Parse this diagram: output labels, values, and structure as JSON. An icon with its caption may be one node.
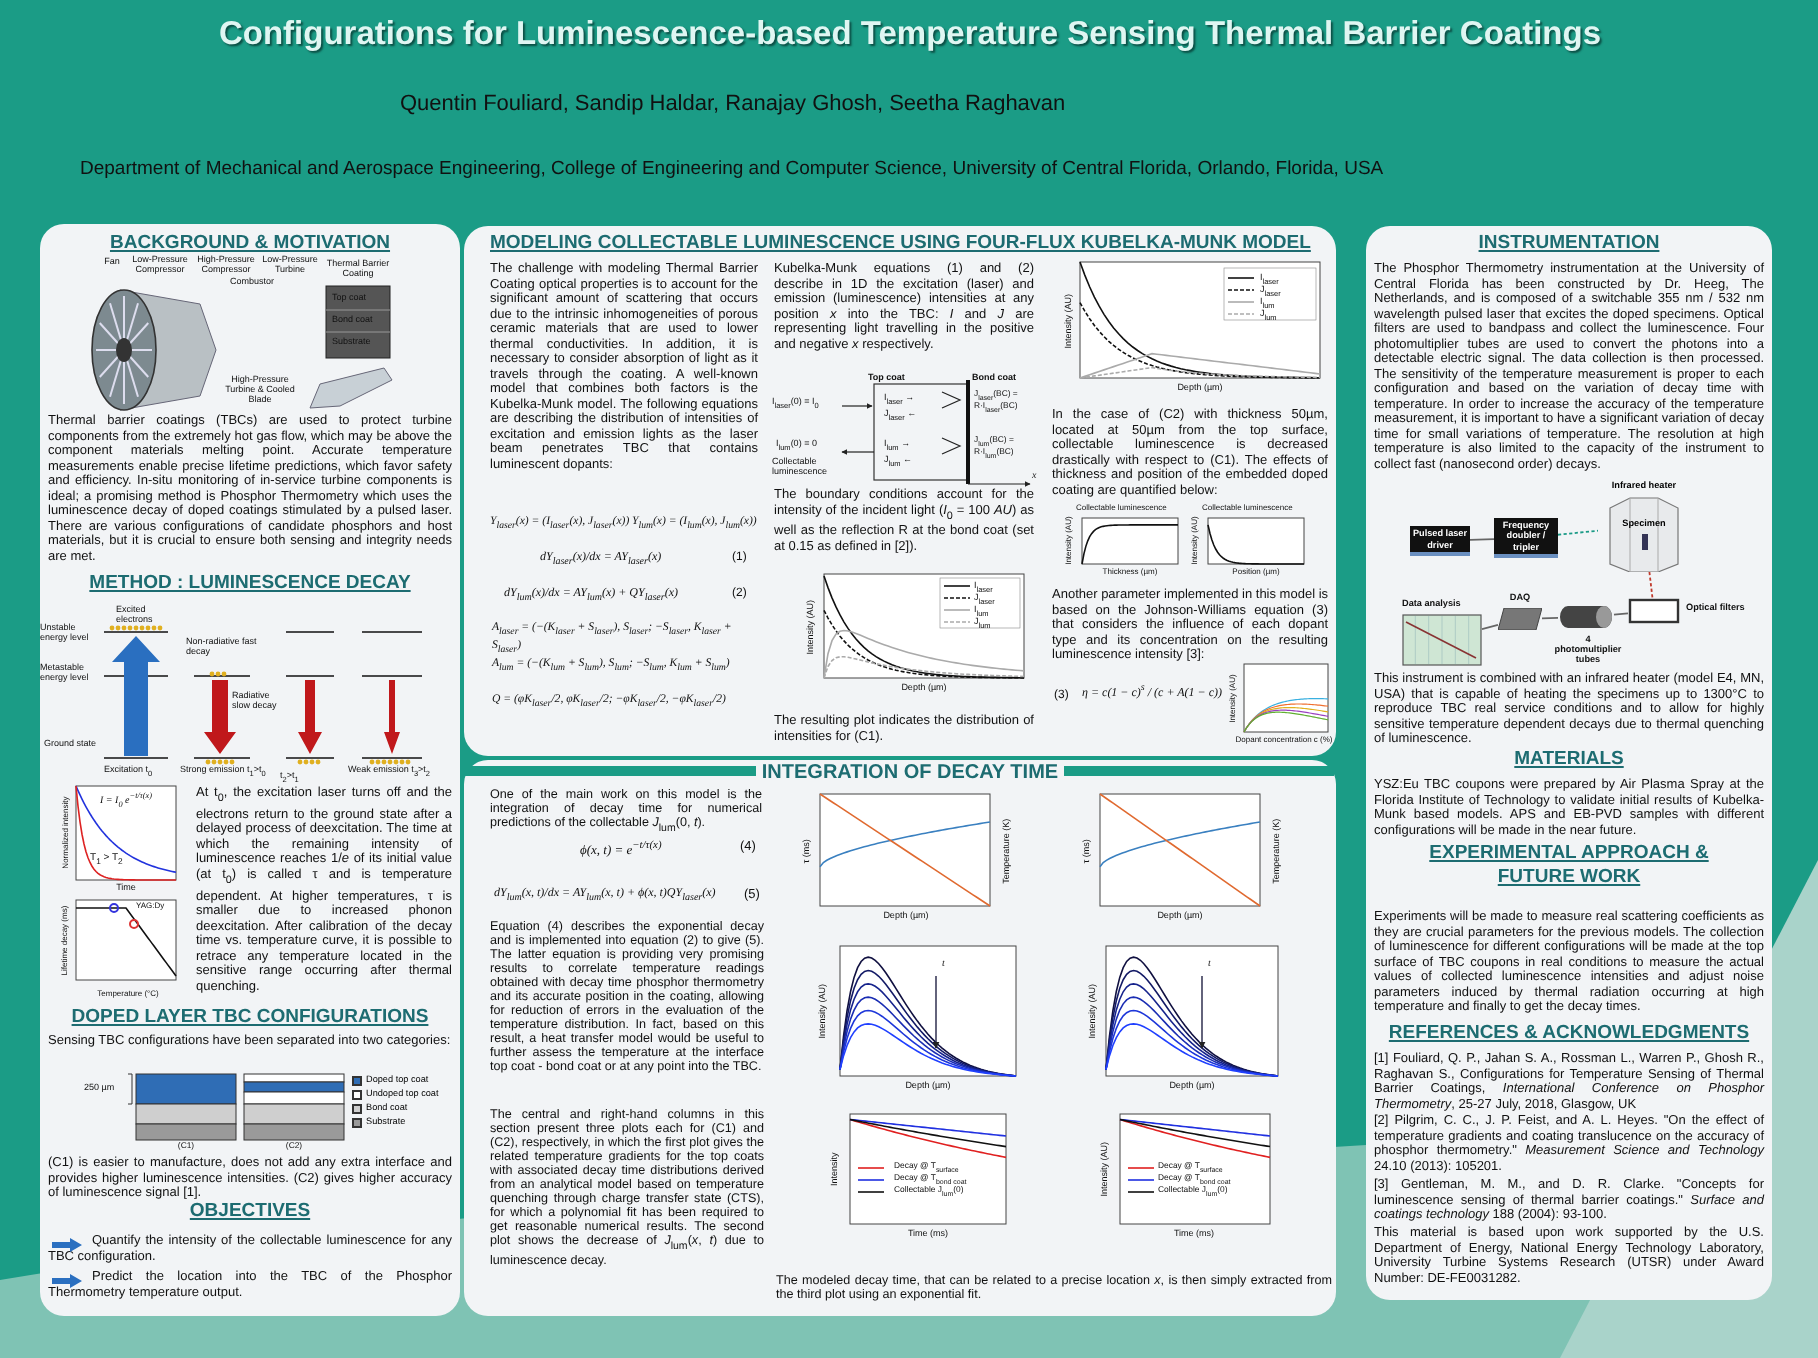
{
  "diagram": {
    "title": "Configurations for Luminescence-based Temperature Sensing Thermal Barrier Coatings",
    "nodes": [
      {
        "text": [
          "BACKGROUND & MOTIVATION",
          "Thermal barrier coatings (TBCs) are used to protect turbine components from the extremely hot gas flow, which may be above the component materials melting point. Accurate temperature measurements enable precise lifetime predictions, which favor safety and efficiency. In-situ monitoring of in-service turbine components is ideal; a promising method is Phosphor Thermometry which uses the luminescence decay of doped coatings stimulated by a pulsed laser. There are various configurations of candidate phosphors and host materials, but it is crucial to ensure both sensing and integrity needs are met.",
          "METHOD : LUMINESCENCE DECAY",
          "At t$_{0}$, the excitation laser turns off and the electrons return to the ground state after a delayed process of deexcitation. The time at which the remaining intensity of luminescence reaches 1/*e* of its initial value (at t$_{0}$) is called τ and is temperature dependent. At higher temperatures, τ is smaller due to increased phonon deexcitation. After calibration of the decay time vs. temperature curve, it is possible to retrace any temperature located in the sensitive range occurring after thermal quenching.",
          "DOPED LAYER TBC CONFIGURATIONS",
          "Sensing TBC configurations have been separated into two categories:",
          "(C1) is easier to manufacture, does not add any extra interface and provides higher luminescence intensities. (C2) gives higher accuracy of luminescence signal [1].",
          "OBJECTIVES",
          "Quantify the intensity of the collectable luminescence for any TBC configuration.",
          "Predict the location into the TBC of the Phosphor Thermometry temperature output."
        ]
      },
      {
        "text": [
          "MODELING COLLECTABLE LUMINESCENCE USING FOUR-FLUX KUBELKA-MUNK MODEL",
          "The challenge with modeling Thermal Barrier Coating optical properties is to account for the significant amount of scattering that occurs due to the intrinsic inhomogeneities of porous ceramic materials that are used to lower thermal conductivities. In addition, it is necessary to consider absorption of light as it travels through the coating. A well-known model that combines both factors is the Kubelka-Munk model. The following equations are describing the distribution of intensities of excitation and emission lights as the laser beam penetrates TBC that contains luminescent dopants:",
          "Kubelka-Munk equations (1) and (2) describe in 1D the excitation (laser) and emission (luminescence) intensities at any position *x* into the TBC: *I* and *J* are representing light travelling in the positive and negative *x* respectively.",
          "The boundary conditions account for the intensity of the incident light (*I*$_{0}$ = 100 *AU*) as well as the reflection R at the bond coat (set at 0.15 as defined in [2]).",
          "The resulting plot indicates the distribution of intensities for (C1).",
          "In the case of (C2) with thickness 50µm, located at 50µm from the top surface, collectable luminescence is decreased drastically with respect to (C1). The effects of thickness and position of the embedded doped coating are quantified below:",
          "Another parameter implemented in this model is based on the Johnson-Williams equation (3) that considers the influence of each dopant type and its concentration on the resulting luminescence intensity [3]:"
        ]
      },
      {
        "text": [
          "INTEGRATION OF DECAY TIME",
          "One of the main work on this model is the integration of decay time for numerical predictions of the collectable *J*$_{lum}$(0, *t*).",
          "Equation (4) describes the exponential decay and is implemented into equation (2) to give (5). The latter equation is providing very promising results to correlate temperature readings obtained with decay time phosphor thermometry and its accurate position in the coating, allowing for reduction of errors in the evaluation of the temperature distribution. In fact, based on this result, a heat transfer model would be useful to further assess the temperature at the interface top coat - bond coat or at any point into the TBC.",
          "The central and right-hand columns in this section present three plots each for (C1) and (C2), respectively, in which the first plot gives the related temperature gradients for the top coats with associated decay time distributions derived from an analytical model based on temperature quenching through charge transfer state (CTS), for which a polynomial fit has been required to get reasonable numerical results. The second plot shows the decrease of *J*$_{lum}$(*x*, *t*) due to luminescence decay.",
          "The modeled decay time, that can be related to a precise location *x*, is then simply extracted from the third plot using an exponential fit."
        ]
      },
      {
        "text": [
          "INSTRUMENTATION",
          "The Phosphor Thermometry instrumentation at the University of Central Florida has been constructed by Dr. Heeg, The Netherlands, and is composed of a switchable 355 nm / 532 nm wavelength pulsed laser that excites the doped specimens. Optical filters are used to bandpass and collect the luminescence. Four photomultiplier tubes are used to convert the photons into a detectable electric signal. The data collection is then processed. The sensitivity of the temperature measurement is proper to each configuration and based on the variation of decay time with temperature. In order to increase the accuracy of the temperature measurement, it is important to have a significant variation of decay time for small variations of temperature. The resolution at high temperature is also limited to the capacity of the instrument to collect fast (nanosecond order) decays.",
          "This instrument is combined with an infrared heater (model E4, MN, USA) that is capable of heating the specimens up to 1300°C to reproduce TBC real service conditions and to allow for highly sensitive temperature dependent decays due to thermal quenching of luminescence.",
          "MATERIALS",
          "YSZ:Eu TBC coupons were prepared by Air Plasma Spray at the Florida Institute of Technology to validate initial results of Kubelka-Munk based models. APS and EB-PVD samples with different configurations will be made in the near future.",
          "EXPERIMENTAL APPROACH & FUTURE WORK",
          "Experiments will be made to measure real scattering coefficients as they are crucial parameters for the previous models. The collection of luminescence for different configurations will be made at the top surface of TBC coupons in real conditions to measure the actual values of collected luminescence intensities and adjust noise parameters induced by thermal radiation occurring at high temperature and finally to get the decay times.",
          "REFERENCES & ACKNOWLEDGMENTS",
          "[1] Fouliard, Q. P., Jahan S. A., Rossman L., Warren P., Ghosh R., Raghavan S., Configurations for Temperature Sensing of Thermal Barrier Coatings, *International Conference on Phosphor Thermometry*, 25-27 July, 2018, Glasgow, UK",
          "[2] Pilgrim, C. C., J. P. Feist, and A. L. Heyes. \"On the effect of temperature gradients and coating translucence on the accuracy of phosphor thermometry.\" *Measurement Science and Technology* 24.10 (2013): 105201.",
          "[3] Gentleman, M. M., and D. R. Clarke. \"Concepts for luminescence sensing of thermal barrier coatings.\" *Surface and coatings technology* 188 (2004): 93-100.",
          "This material is based upon work supported by the U.S. Department of Energy, National Energy Technology Laboratory, University Turbine Systems Research (UTSR) under Award Number: DE-FE0031282."
        ]
      },
      {
        "text": [
          "Pulsed laser driver"
        ],
        "in": 3
      },
      {
        "text": [
          "Frequency doubler / tripler"
        ],
        "in": 3
      },
      {
        "text": [
          "Infrared heater",
          "Specimen"
        ],
        "in": 3
      },
      {
        "text": [],
        "shape": "box",
        "beside": [
          "Optical filters"
        ],
        "in": 3
      },
      {
        "text": [],
        "shape": "cylinder",
        "beside": [
          "4 photomultiplier tubes"
        ],
        "in": 3
      },
      {
        "text": [],
        "shape": "box",
        "beside": [
          "DAQ"
        ],
        "in": 3
      },
      {
        "text": [],
        "shape": "picture",
        "beside": [
          "Data analysis"
        ],
        "in": 3
      }
    ],
    "edges": [
      {
        "from": 4,
        "to": 5,
        "arrow": "none"
      },
      {
        "from": 5,
        "to": 6,
        "arrow": "none",
        "style": "dashed",
        "color": "#1a9a86"
      },
      {
        "from": 6,
        "to": 7,
        "arrow": "none",
        "style": "dashed",
        "color": "#c0392b"
      },
      {
        "from": 7,
        "to": 8,
        "arrow": "none"
      },
      {
        "from": 8,
        "to": 9,
        "arrow": "none"
      },
      {
        "from": 9,
        "to": 10,
        "arrow": "none"
      }
    ],
    "labels": [
      "Quentin Fouliard, Sandip Haldar, Ranajay Ghosh, Seetha Raghavan",
      "Department of Mechanical and Aerospace Engineering, College of Engineering and Computer Science, University of Central Florida, Orlando, Florida, USA",
      "Fan",
      "Low-Pressure Compressor",
      "High-Pressure Compressor",
      "Low-Pressure Turbine",
      "Combustor",
      "Thermal Barrier Coating",
      "Top coat",
      "Bond coat",
      "Substrate",
      "High-Pressure Turbine & Cooled Blade",
      "Excited electrons",
      "Unstable energy level",
      "Metastable energy level",
      "Non-radiative fast decay",
      "Radiative slow decay",
      "Ground state",
      "Excitation t$_{0}$",
      "Strong emission t$_{1}$>t$_{0}$",
      "t$_{2}$>t$_{1}$",
      "Weak emission t$_{3}$>t$_{2}$",
      "I = I$_{0}$ e$^{−t/τ(x)}$",
      "T$_{1}$ > T$_{2}$",
      "Time",
      "Normalized intensity",
      "YAG:Dy",
      "Temperature (°C)",
      "Lifetime decay (ms)",
      "250 µm",
      "(C1)",
      "(C2)",
      "Y$_{laser}$(x) = (I$_{laser}$(x), J$_{laser}$(x))",
      "Y$_{lum}$(x) = (I$_{lum}$(x), J$_{lum}$(x))",
      "dY$_{laser}$(x)/dx = AY$_{laser}$(x)",
      "(1)",
      "dY$_{lum}$(x)/dx = AY$_{lum}$(x) + QY$_{laser}$(x)",
      "(2)",
      "A$_{laser}$ = (−(K$_{laser}$ + S$_{laser}$), S$_{laser}$; −S$_{laser}$, K$_{laser}$ + S$_{laser}$)",
      "A$_{lum}$ = (−(K$_{lum}$ + S$_{lum}$), S$_{lum}$; −S$_{lum}$, K$_{lum}$ + S$_{lum}$)",
      "Q = (φK$_{laser}$/2, φK$_{laser}$/2; −φK$_{laser}$/2, −φK$_{laser}$/2)",
      "Top coat",
      "Bond coat",
      "I$_{laser}$(0) = I$_{0}$",
      "I$_{laser}$ →",
      "J$_{laser}$ ←",
      "J$_{laser}$(BC) = R·I$_{laser}$(BC)",
      "I$_{lum}$(0) = 0",
      "Collectable luminescence",
      "I$_{lum}$ →",
      "J$_{lum}$ ←",
      "J$_{lum}$(BC) = R·I$_{lum}$(BC)",
      "x",
      "Intensity (AU)",
      "Depth (µm)",
      "I$_{laser}$",
      "J$_{laser}$",
      "I$_{lum}$",
      "J$_{lum}$",
      "Intensity (AU)",
      "Depth (µm)",
      "I$_{laser}$",
      "J$_{laser}$",
      "I$_{lum}$",
      "J$_{lum}$",
      "Collectable luminescence",
      "Intensity (AU)",
      "Thickness (µm)",
      "Collectable luminescence",
      "Intensity (AU)",
      "Position (µm)",
      "(3)",
      "η = c(1 − c)$^{s}$ / (c + A(1 − c))",
      "Intensity (AU)",
      "Dopant concentration c (%)",
      "ϕ(x, t) = e$^{−t/τ(x)}$",
      "(4)",
      "dY$_{lum}$(x, t)/dx = AY$_{lum}$(x, t) + ϕ(x, t)QY$_{laser}$(x)",
      "(5)",
      "τ (ms)",
      "Temperature (K)",
      "Depth (µm)",
      "τ (ms)",
      "Temperature (K)",
      "Depth (µm)",
      "Intensity (AU)",
      "t",
      "Depth (µm)",
      "Intensity (AU)",
      "t",
      "Depth (µm)",
      "Intensity",
      "Decay @ T$_{surface}$",
      "Decay @ T$_{bond coat}$",
      "Collectable J$_{lum}$(0)",
      "Time (ms)",
      "Intensity (AU)",
      "Decay @ T$_{surface}$",
      "Decay @ T$_{bond coat}$",
      "Collectable J$_{lum}$(0)",
      "Time (ms)"
    ],
    "legend": [
      {
        "text": "Doped top coat",
        "color": "#2f6db5"
      },
      {
        "text": "Undoped top coat",
        "color": "#ffffff"
      },
      {
        "text": "Bond coat",
        "color": "#cfcfcf"
      },
      {
        "text": "Substrate",
        "color": "#9a9a9a"
      }
    ]
  }
}
